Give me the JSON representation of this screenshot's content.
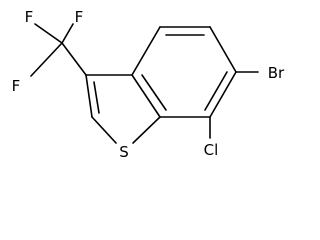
{
  "molecule": {
    "atoms": {
      "f_top_left": "F",
      "f_top_right": "F",
      "f_left": "F",
      "bromine": "Br",
      "chlorine": "Cl",
      "sulfur": "S"
    }
  }
}
